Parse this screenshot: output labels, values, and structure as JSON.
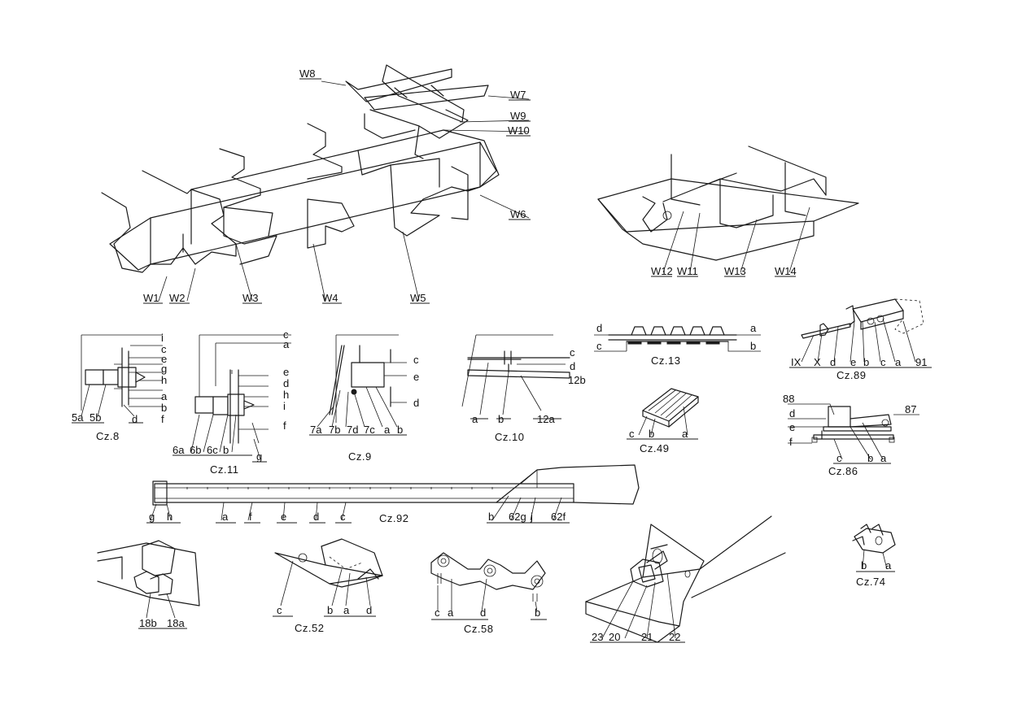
{
  "frame_parts": {
    "w1": "W1",
    "w2": "W2",
    "w3": "W3",
    "w4": "W4",
    "w5": "W5",
    "w6": "W6",
    "w7": "W7",
    "w8": "W8",
    "w9": "W9",
    "w10": "W10",
    "w11": "W11",
    "w12": "W12",
    "w13": "W13",
    "w14": "W14"
  },
  "assemblies": {
    "cz8": {
      "title": "Cz.8",
      "labels": [
        "5a",
        "5b",
        "d",
        "i",
        "c",
        "e",
        "g",
        "h",
        "a",
        "b",
        "f"
      ]
    },
    "cz11": {
      "title": "Cz.11",
      "labels": [
        "6a",
        "6b",
        "6c",
        "b",
        "c",
        "a",
        "e",
        "d",
        "h",
        "i",
        "f",
        "g"
      ]
    },
    "cz9": {
      "title": "Cz.9",
      "labels": [
        "7a",
        "7b",
        "7d",
        "7c",
        "a",
        "b",
        "c",
        "e",
        "d"
      ]
    },
    "cz10": {
      "title": "Cz.10",
      "labels": [
        "a",
        "b",
        "12a",
        "c",
        "d",
        "12b"
      ]
    },
    "cz13": {
      "title": "Cz.13",
      "labels": [
        "d",
        "c",
        "a",
        "b"
      ]
    },
    "cz89": {
      "title": "Cz.89",
      "labels": [
        "IX",
        "X",
        "d",
        "e",
        "b",
        "c",
        "a",
        "91"
      ]
    },
    "cz49": {
      "title": "Cz.49",
      "labels": [
        "c",
        "b",
        "a"
      ]
    },
    "cz86": {
      "title": "Cz.86",
      "labels": [
        "88",
        "87",
        "d",
        "e",
        "f",
        "c",
        "b",
        "a"
      ]
    },
    "cz92": {
      "title": "Cz.92",
      "labels": [
        "g",
        "h",
        "a",
        "f",
        "e",
        "d",
        "c",
        "b",
        "62g",
        "j",
        "62f"
      ]
    },
    "cz18": {
      "labels": [
        "18b",
        "18a"
      ]
    },
    "cz52": {
      "title": "Cz.52",
      "labels": [
        "c",
        "b",
        "a",
        "d"
      ]
    },
    "cz58": {
      "title": "Cz.58",
      "labels": [
        "c",
        "a",
        "d",
        "b"
      ]
    },
    "cz_turret": {
      "labels": [
        "23",
        "20",
        "21",
        "22"
      ]
    },
    "cz74": {
      "title": "Cz.74",
      "labels": [
        "b",
        "a"
      ]
    }
  }
}
